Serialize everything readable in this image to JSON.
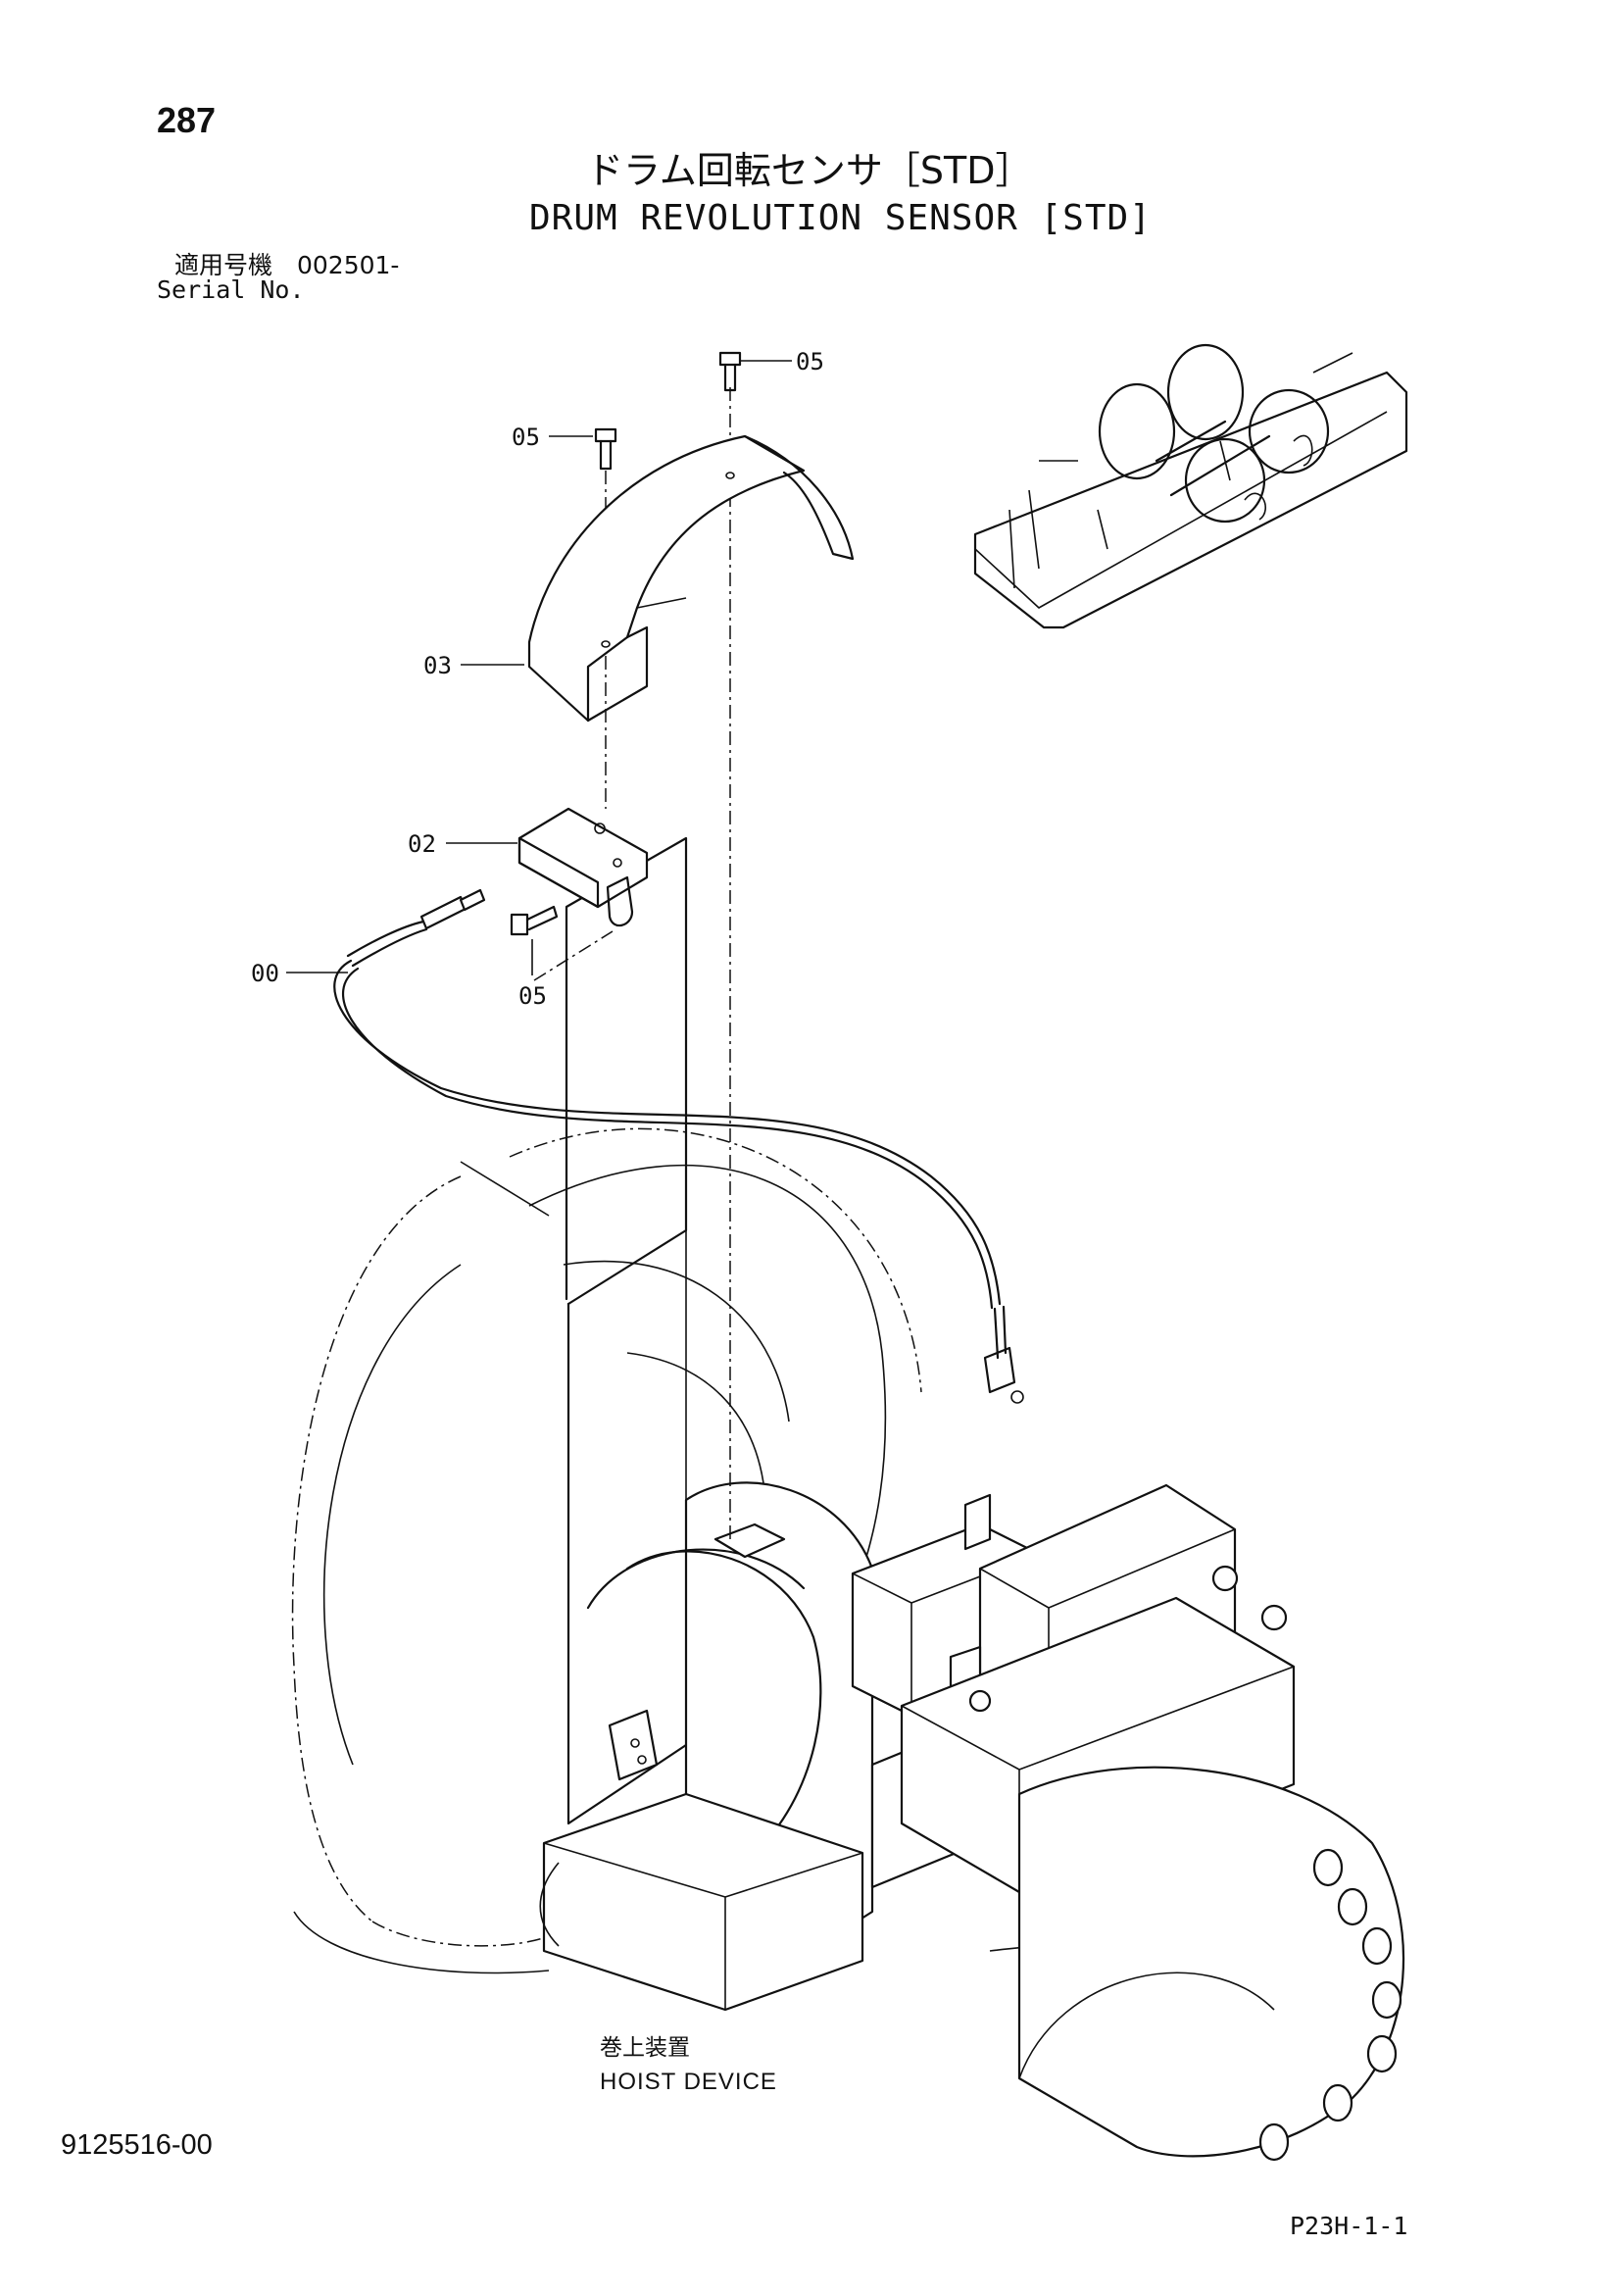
{
  "header": {
    "page_number": "287",
    "title_jp": "ドラム回転センサ［STD］",
    "title_en": "DRUM REVOLUTION SENSOR [STD]",
    "serial_label_jp": "適用号機　002501-",
    "serial_label_en": "Serial No."
  },
  "callouts": [
    {
      "id": "05",
      "label": "05"
    },
    {
      "id": "05",
      "label": "05"
    },
    {
      "id": "03",
      "label": "03"
    },
    {
      "id": "02",
      "label": "02"
    },
    {
      "id": "00",
      "label": "00"
    },
    {
      "id": "05",
      "label": "05"
    }
  ],
  "assembly_label": {
    "jp": "巻上装置",
    "en": "HOIST DEVICE"
  },
  "footer": {
    "doc_number": "9125516-00",
    "page_ref": "P23H-1-1"
  }
}
